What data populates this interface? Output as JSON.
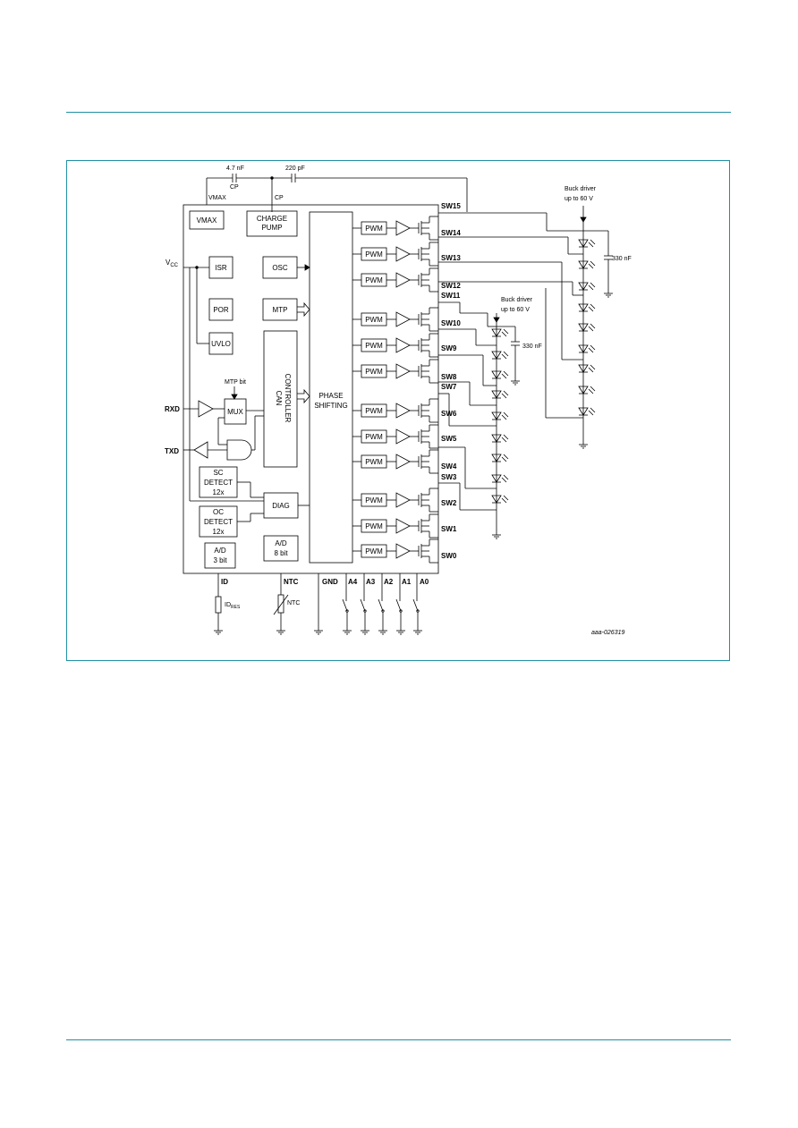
{
  "figure_id": "aaa-026319",
  "caps": {
    "cp1": "4.7 nF",
    "cp1_sub": "CP",
    "cp2": "220 pF",
    "c330a": "330 nF",
    "c330b": "330 nF"
  },
  "supply_labels": {
    "vmax": "VMAX",
    "cp": "CP",
    "vcc_main": "V",
    "vcc_sub": "CC"
  },
  "blocks": {
    "vmax": "VMAX",
    "charge": "CHARGE",
    "pump": "PUMP",
    "isr": "ISR",
    "osc": "OSC",
    "por": "POR",
    "mtp": "MTP",
    "uvlo": "UVLO",
    "mux": "MUX",
    "mtp_bit": "MTP bit",
    "can1": "CAN",
    "can2": "CONTROLLER",
    "phase1": "PHASE",
    "phase2": "SHIFTING",
    "sc1": "SC",
    "sc2": "DETECT",
    "sc3": "12x",
    "oc1": "OC",
    "oc2": "DETECT",
    "oc3": "12x",
    "diag": "DIAG",
    "ad3a": "A/D",
    "ad3b": "3 bit",
    "ad8a": "A/D",
    "ad8b": "8 bit",
    "pwm": "PWM"
  },
  "pins_left": {
    "rxd": "RXD",
    "txd": "TXD"
  },
  "pins_bottom": {
    "id": "ID",
    "ntc": "NTC",
    "gnd": "GND",
    "a4": "A4",
    "a3": "A3",
    "a2": "A2",
    "a1": "A1",
    "a0": "A0"
  },
  "ext": {
    "idres_main": "ID",
    "idres_sub": "RES",
    "ntc": "NTC"
  },
  "buck": {
    "line1": "Buck driver",
    "line2": "up to 60 V"
  },
  "switches": [
    "SW15",
    "SW14",
    "SW13",
    "SW12",
    "SW11",
    "SW10",
    "SW9",
    "SW8",
    "SW7",
    "SW6",
    "SW5",
    "SW4",
    "SW3",
    "SW2",
    "SW1",
    "SW0"
  ]
}
